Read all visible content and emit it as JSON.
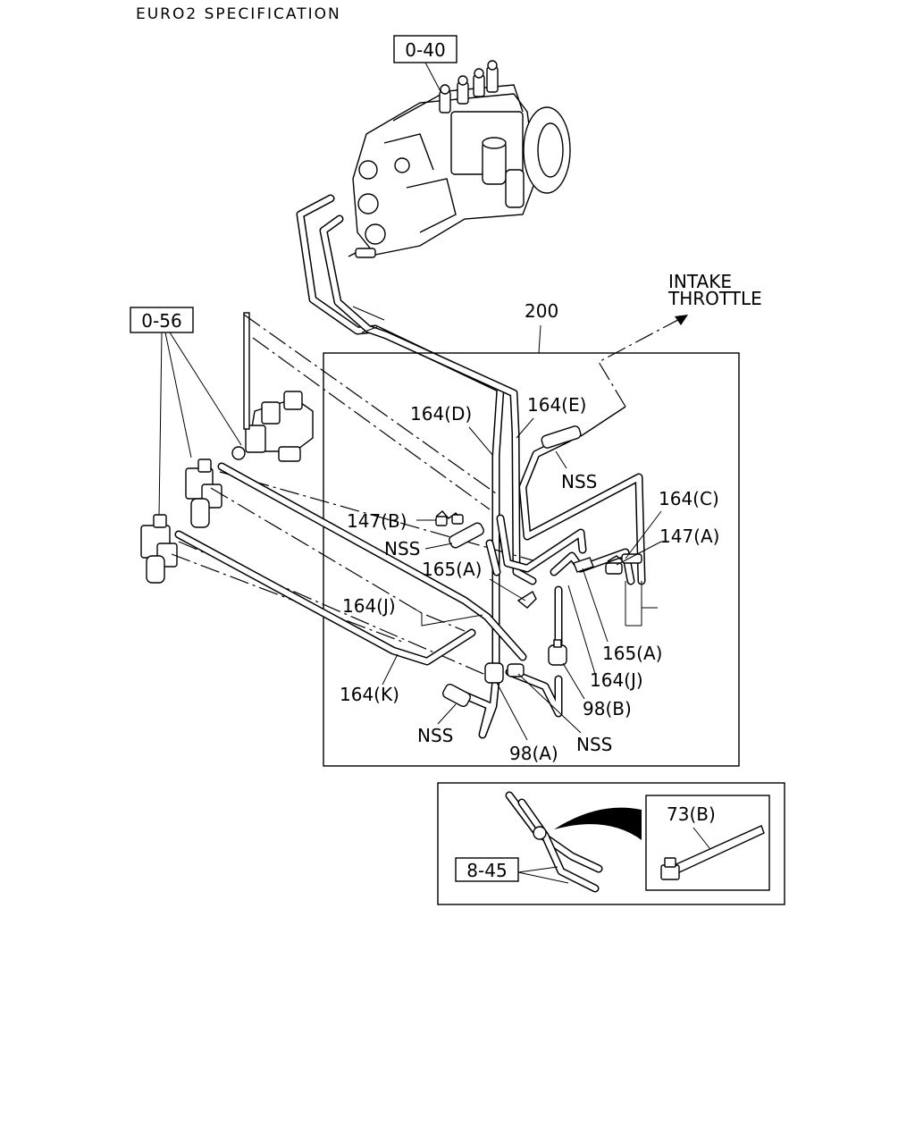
{
  "title": "EURO2 SPECIFICATION",
  "ref_boxes": {
    "pump": "0-40",
    "solenoids": "0-56",
    "inset": "8-45"
  },
  "labels": {
    "assembly": "200",
    "intake_throttle_1": "INTAKE",
    "intake_throttle_2": "THROTTLE",
    "p164D": "164(D)",
    "p164E": "164(E)",
    "p164C": "164(C)",
    "p147A": "147(A)",
    "p147B": "147(B)",
    "nss_top": "NSS",
    "nss_left": "NSS",
    "nss_bottom_left": "NSS",
    "nss_bottom_right": "NSS",
    "p165A_left": "165(A)",
    "p165A_right": "165(A)",
    "p164J_left": "164(J)",
    "p164J_right": "164(J)",
    "p164K": "164(K)",
    "p98A": "98(A)",
    "p98B": "98(B)",
    "p73B": "73(B)"
  }
}
